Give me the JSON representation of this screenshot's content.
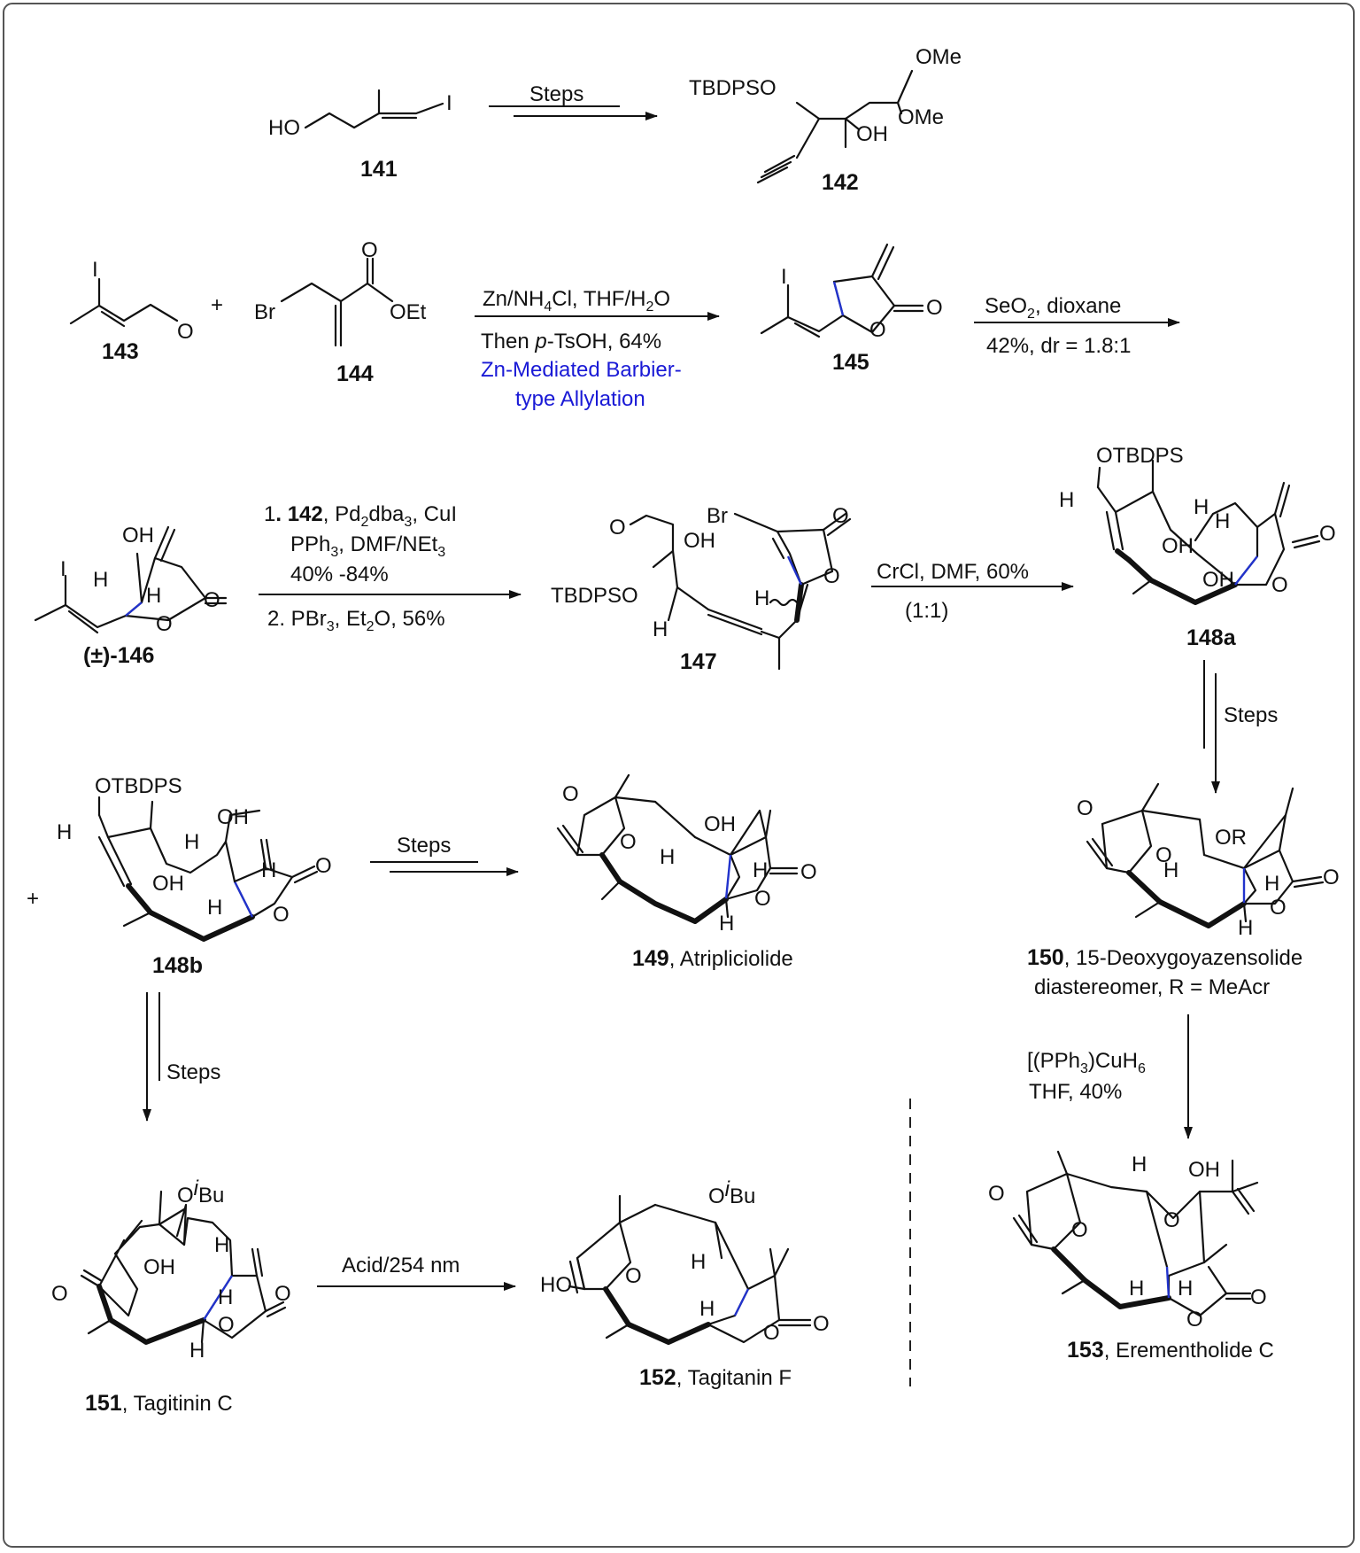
{
  "labels": {
    "c141": "141",
    "c142": "142",
    "c143": "143",
    "c144": "144",
    "c145": "145",
    "c146": "(±)-146",
    "c147": "147",
    "c148a": "148a",
    "c148b": "148b",
    "c149": "149",
    "c149name": ", Atripliciolide",
    "c150": "150",
    "c150name": ", 15-Deoxygoyazensolide",
    "c150line2": "diastereomer, R = MeAcr",
    "c151": "151",
    "c151name": ", Tagitinin C",
    "c152": "152",
    "c152name": ", Tagitanin F",
    "c153": "153",
    "c153name": ", Erementholide C"
  },
  "atoms": {
    "HO": "HO",
    "I": "I",
    "TBDPSO": "TBDPSO",
    "OMe": "OMe",
    "OH": "OH",
    "O": "O",
    "Br": "Br",
    "OEt": "OEt",
    "H": "H",
    "OTBDPS": "OTBDPS",
    "OR": "OR",
    "OiBu_O": "O",
    "OiBu_i": "i",
    "OiBu_Bu": "Bu",
    "HO_dash": "HO",
    "plus": "+"
  },
  "reactions": {
    "r1": "Steps",
    "r2_line1": "Zn/NH",
    "r2_line1_sub": "4",
    "r2_line1_b": "Cl, THF/H",
    "r2_line1_sub2": "2",
    "r2_line1_c": "O",
    "r2_line2_a": "Then ",
    "r2_line2_p": "p",
    "r2_line2_b": "-TsOH, 64%",
    "r2_line3": "Zn-Mediated Barbier-",
    "r2_line4": "type Allylation",
    "r3_line1_a": "SeO",
    "r3_line1_sub": "2",
    "r3_line1_b": ", dioxane",
    "r3_line2": "42%, dr = 1.8:1",
    "r4_line1_a": "1",
    "r4_line1_b": ". 142",
    "r4_line1_c": ", Pd",
    "r4_line1_sub1": "2",
    "r4_line1_d": "dba",
    "r4_line1_sub2": "3",
    "r4_line1_e": ", CuI",
    "r4_line2_a": "PPh",
    "r4_line2_sub": "3",
    "r4_line2_b": ", DMF/NEt",
    "r4_line2_sub2": "3",
    "r4_line3": "40% -84%",
    "r4_line4_a": "2. PBr",
    "r4_line4_sub": "3",
    "r4_line4_b": ", Et",
    "r4_line4_sub2": "2",
    "r4_line4_c": "O, 56%",
    "r5_line1": "CrCl, DMF, 60%",
    "r5_line2": "(1:1)",
    "r6": "Steps",
    "r7": "Steps",
    "r8": "Steps",
    "r9_line1_a": "[(PPh",
    "r9_line1_sub": "3",
    "r9_line1_b": ")CuH",
    "r9_line1_sub2": "6",
    "r9_line2": "THF, 40%",
    "r10": "Acid/254 nm"
  },
  "colors": {
    "highlight": "#1a1ad6",
    "frame": "#555555"
  }
}
